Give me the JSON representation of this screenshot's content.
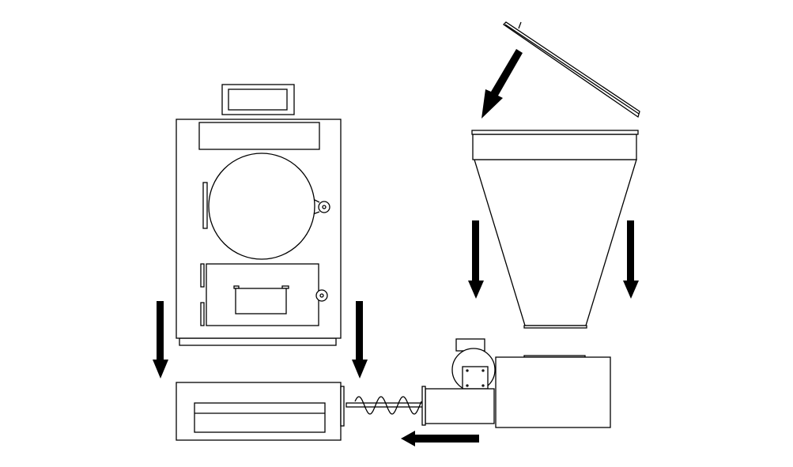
{
  "diagram": {
    "title": "",
    "components": [
      "boiler",
      "ash-box",
      "feed-screw",
      "auger-tube",
      "drive-motor",
      "gearbox-housing",
      "fuel-hopper",
      "hopper-lid"
    ],
    "colors": {
      "line": "#000000",
      "background": "#ffffff",
      "arrow": "#000000"
    }
  }
}
